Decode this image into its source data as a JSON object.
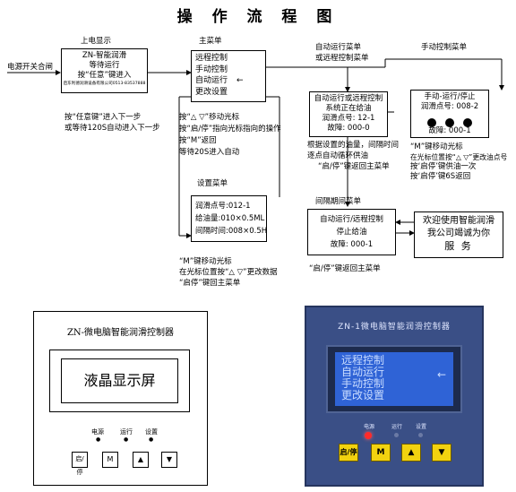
{
  "title": "操 作 流 程 图",
  "power": {
    "label": "电源开关合闸"
  },
  "boot": {
    "heading": "上电显示",
    "lines": [
      "ZN-智能润滑",
      "等待运行",
      "按“任意”键进入"
    ],
    "footer": "启东利德润滑设备有限公司0513-83537888",
    "note1": "按“任意键”进入下一步",
    "note2": "或等待120S自动进入下一步"
  },
  "main_menu": {
    "heading": "主菜单",
    "items": [
      "远程控制",
      "手动控制",
      "自动运行",
      "更改设置"
    ],
    "arrow": "←",
    "notes": [
      "按“△ ▽”移动光标",
      "按“启/停”指向光标指向的操作",
      "按“M”返回",
      "等待20S进入自动"
    ]
  },
  "settings": {
    "heading": "设置菜单",
    "lines": [
      "润滑点号:012-1",
      "给油量:010×0.5ML",
      "间隔时间:008×0.5H"
    ],
    "notes": [
      "“M”键移动光标",
      "在光标位置按“△ ▽”更改数据",
      "“启停”键回主菜单"
    ]
  },
  "auto_menu": {
    "heading1": "自动运行菜单",
    "heading2": "或远程控制菜单",
    "lines": [
      "自动运行或远程控制",
      "系统正在给油",
      "润滑点号:  12-1",
      "故障: 000-0"
    ],
    "notes": [
      "根据设置的油量，间隔时间",
      "逐点自动循环供油",
      "“启/停”键返回主菜单"
    ]
  },
  "manual_menu": {
    "heading": "手动控制菜单",
    "lines": [
      "手动-运行/停止",
      "润滑点号: 008-2",
      "故障: 000-1"
    ],
    "dots": 3,
    "notes": [
      "“M”键移动光标",
      "在光标位置按“△ ▽”更改油点号",
      "按‘启停’键供油一次",
      "按‘启停’键6S返回"
    ]
  },
  "interval_menu": {
    "heading": "间隔期间菜单",
    "lines": [
      "自动运行/远程控制",
      "停止给油",
      "故障: 000-1"
    ],
    "note": "“启/停”键返回主菜单"
  },
  "welcome": {
    "lines": [
      "欢迎使用智能润滑",
      "我公司竭诚为你",
      "服 务"
    ]
  },
  "panel_left": {
    "title": "ZN-微电脑智能润滑控制器",
    "screen": "液晶显示屏",
    "indicators": [
      "电源",
      "运行",
      "设置"
    ],
    "buttons": [
      "启/停",
      "M",
      "▲",
      "▼"
    ]
  },
  "panel_right": {
    "title": "ZN-1微电脑智能润滑控制器",
    "lcd": [
      "远程控制",
      "自动运行",
      "手动控制",
      "更改设置"
    ],
    "lcd_arrow": "←",
    "indicators": [
      "电源",
      "运行",
      "设置"
    ],
    "buttons": [
      "启/停",
      "M",
      "▲",
      "▼"
    ],
    "colors": {
      "panel": "#3a4f86",
      "lcd": "#2f63d6",
      "lcd_text": "#c9dcff",
      "button": "#f2d20f",
      "power_led": "#ff2a2a"
    }
  }
}
